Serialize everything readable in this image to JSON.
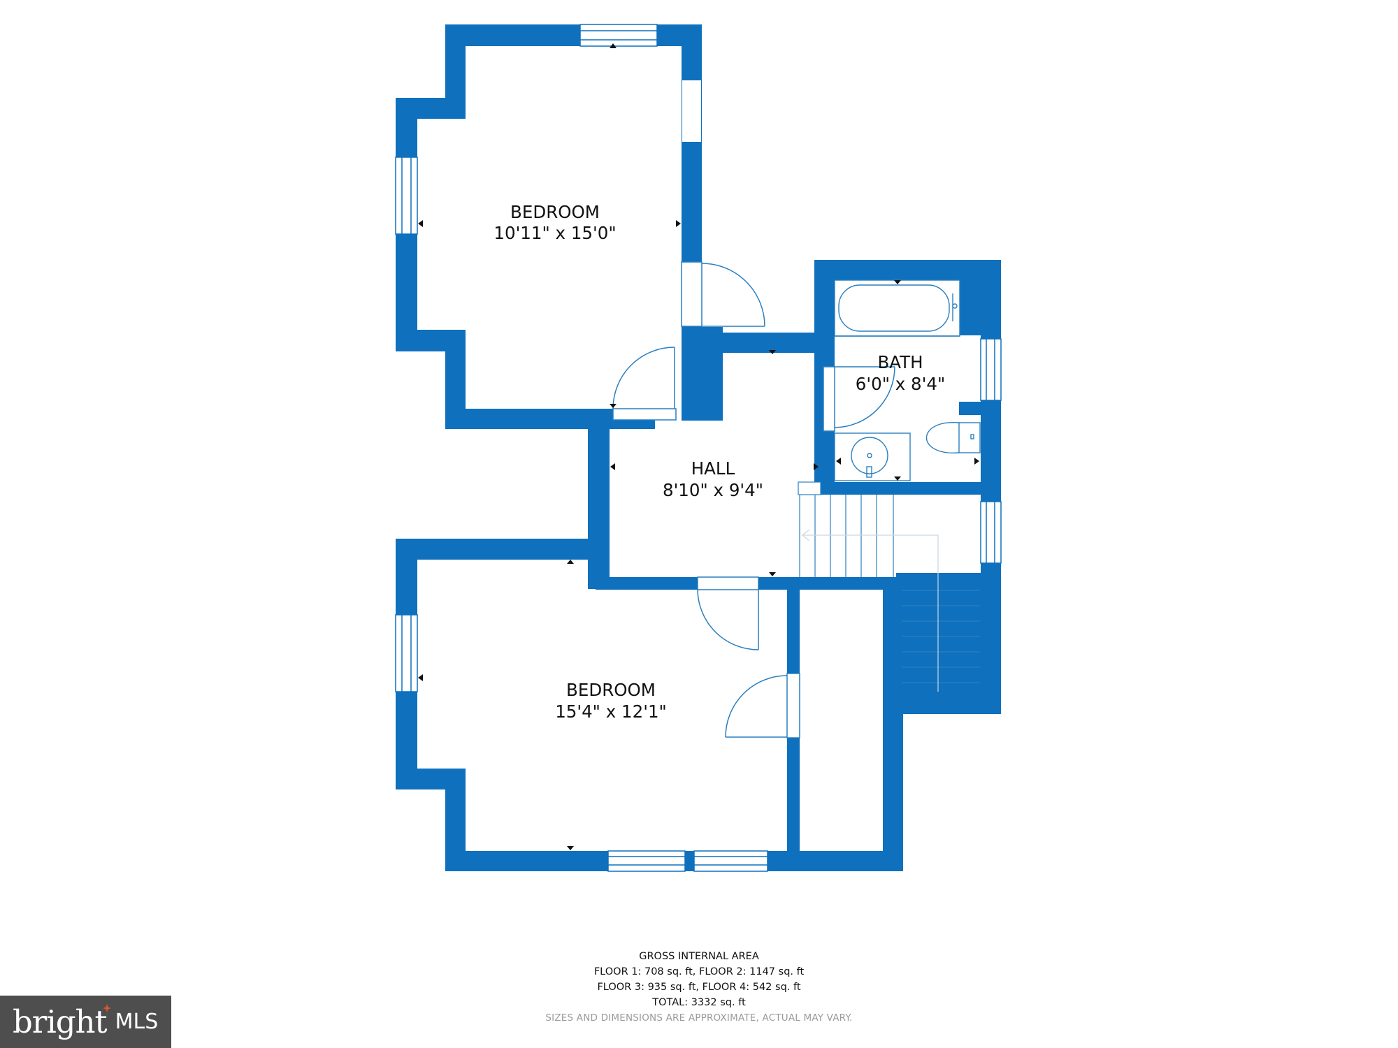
{
  "rooms": [
    {
      "name": "BEDROOM",
      "dims": "10'11\" x 15'0\""
    },
    {
      "name": "BATH",
      "dims": "6'0\" x 8'4\""
    },
    {
      "name": "HALL",
      "dims": "8'10\" x 9'4\""
    },
    {
      "name": "BEDROOM",
      "dims": "15'4\" x 12'1\""
    }
  ],
  "footer": {
    "heading": "GROSS INTERNAL AREA",
    "line1": "FLOOR 1: 708 sq. ft, FLOOR 2: 1147 sq. ft",
    "line2": "FLOOR 3: 935 sq. ft, FLOOR 4: 542 sq. ft",
    "total": "TOTAL: 3332 sq. ft",
    "disclaimer": "SIZES AND DIMENSIONS ARE APPROXIMATE, ACTUAL MAY VARY."
  },
  "logo": {
    "brand": "bright",
    "suffix": "MLS",
    "tm": "™"
  },
  "colors": {
    "wall": "#0f70bd",
    "fixture": "#2a7fbf",
    "logo_bg": "#4e4e4e",
    "logo_accent": "#e2542a"
  }
}
